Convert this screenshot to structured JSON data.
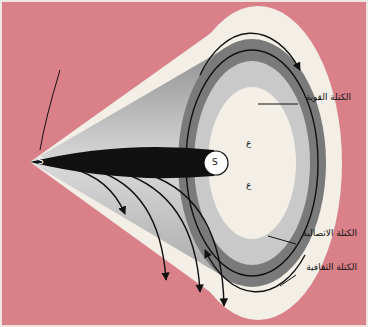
{
  "diagram": {
    "labels": [
      "الكتلة القوية",
      "الكتلة الاتصالية",
      "الكتلة الثقافية",
      "ع",
      "ع",
      "S",
      "S"
    ]
  }
}
